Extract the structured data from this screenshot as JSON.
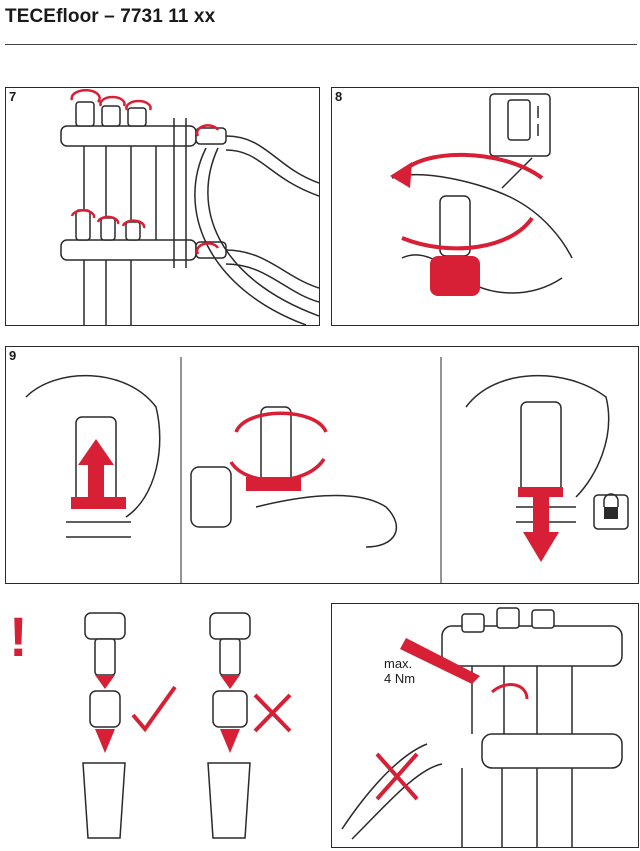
{
  "header": {
    "title": "TECEfloor – 7731 11 xx"
  },
  "steps": [
    {
      "number": "7"
    },
    {
      "number": "8"
    },
    {
      "number": "9"
    }
  ],
  "warning": {
    "symbol": "!"
  },
  "torque": {
    "line1": "max.",
    "line2": "4 Nm"
  },
  "icons": [
    "rotate-arrow-icon",
    "up-arrow-icon",
    "down-arrow-icon",
    "lock-icon",
    "check-icon",
    "cross-icon"
  ],
  "colors": {
    "accent": "#d71f35",
    "line": "#2a2a2a",
    "pale_red": "#f2b8bf"
  }
}
